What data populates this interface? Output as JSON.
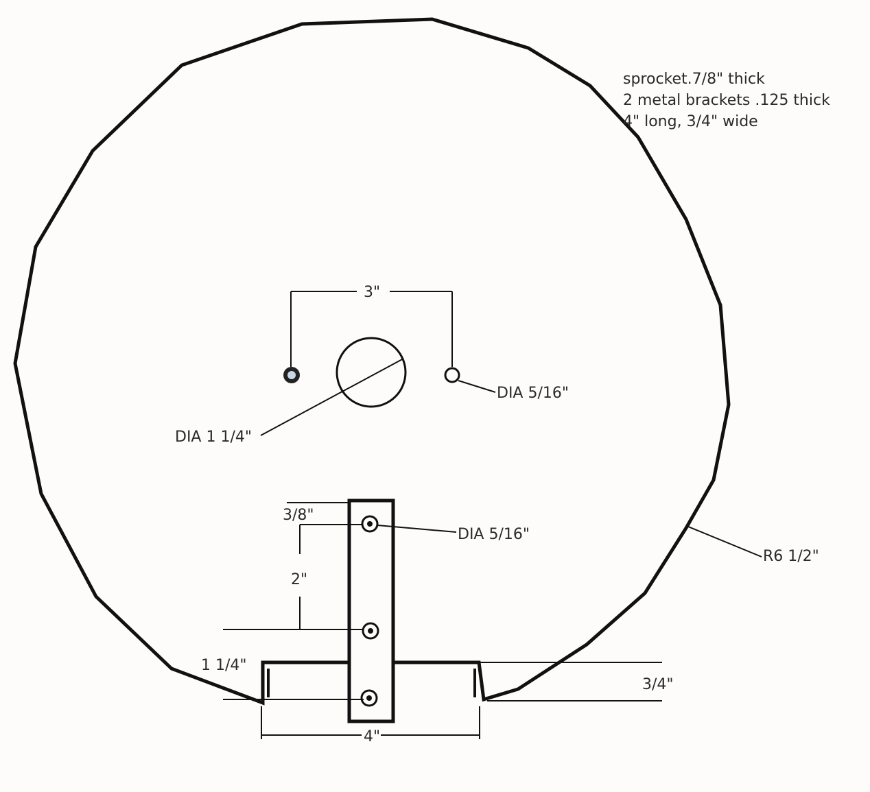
{
  "notes": {
    "line1": "sprocket.7/8\" thick",
    "line2": "2 metal brackets .125 thick",
    "line3": "4\" long, 3/4\" wide"
  },
  "dimensions": {
    "hole_spacing": "3\"",
    "small_hole_dia": "DIA 5/16\"",
    "center_hole_dia": "DIA 1 1/4\"",
    "bracket_hole_dia": "DIA 5/16\"",
    "radius": "R6 1/2\"",
    "bracket_top_offset": "3/8\"",
    "bracket_hole_spacing": "2\"",
    "slot_depth": "1 1/4\"",
    "slot_height": "3/4\"",
    "slot_width": "4\""
  }
}
